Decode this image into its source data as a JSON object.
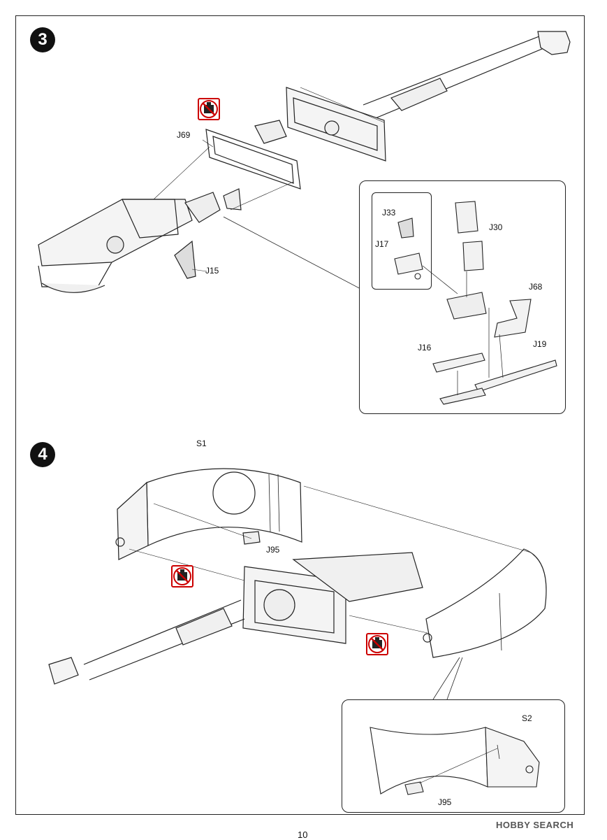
{
  "steps": [
    {
      "number": "3",
      "labels": {
        "J69": "J69",
        "J15": "J15",
        "J33": "J33",
        "J17": "J17",
        "J30": "J30",
        "J68": "J68",
        "J16": "J16",
        "J19": "J19"
      }
    },
    {
      "number": "4",
      "labels": {
        "S1": "S1",
        "J95_main": "J95",
        "S2": "S2",
        "J95_inset": "J95"
      }
    }
  ],
  "icons": {
    "no_glue": "no-glue-icon"
  },
  "colors": {
    "warning_red": "#cc0000",
    "line": "#222222"
  },
  "footer": {
    "page_number": "10",
    "watermark": "HOBBY SEARCH"
  }
}
